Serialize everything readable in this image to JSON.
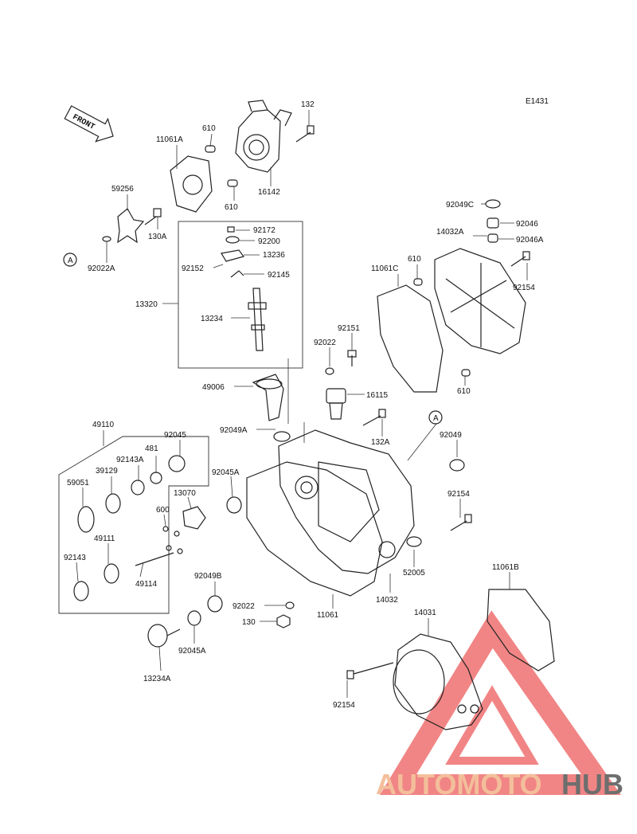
{
  "diagram_code": "E1431",
  "front_label": "FRONT",
  "ref_marker": "A",
  "watermark": {
    "text_a": "AUTOMOTO",
    "text_b": "HUB",
    "color_a": "#f2b58a",
    "color_b": "#555555",
    "triangle_color": "#ef7070"
  },
  "labels": [
    {
      "id": "l132",
      "text": "132"
    },
    {
      "id": "l610a",
      "text": "610"
    },
    {
      "id": "l11061a",
      "text": "11061A"
    },
    {
      "id": "l16142",
      "text": "16142"
    },
    {
      "id": "l610b",
      "text": "610"
    },
    {
      "id": "l59256",
      "text": "59256"
    },
    {
      "id": "l130a",
      "text": "130A"
    },
    {
      "id": "l92022a",
      "text": "92022A"
    },
    {
      "id": "l92172",
      "text": "92172"
    },
    {
      "id": "l92200",
      "text": "92200"
    },
    {
      "id": "l13236",
      "text": "13236"
    },
    {
      "id": "l92152",
      "text": "92152"
    },
    {
      "id": "l92145",
      "text": "92145"
    },
    {
      "id": "l13320",
      "text": "13320"
    },
    {
      "id": "l13234",
      "text": "13234"
    },
    {
      "id": "l49006",
      "text": "49006"
    },
    {
      "id": "l92049c",
      "text": "92049C"
    },
    {
      "id": "l92046",
      "text": "92046"
    },
    {
      "id": "l14032a",
      "text": "14032A"
    },
    {
      "id": "l92046a",
      "text": "92046A"
    },
    {
      "id": "l610c",
      "text": "610"
    },
    {
      "id": "l11061c",
      "text": "11061C"
    },
    {
      "id": "l92154a",
      "text": "92154"
    },
    {
      "id": "l92151",
      "text": "92151"
    },
    {
      "id": "l92022b",
      "text": "92022"
    },
    {
      "id": "l610d",
      "text": "610"
    },
    {
      "id": "l16115",
      "text": "16115"
    },
    {
      "id": "l92049a",
      "text": "92049A"
    },
    {
      "id": "l132a",
      "text": "132A"
    },
    {
      "id": "l92049",
      "text": "92049"
    },
    {
      "id": "l49110",
      "text": "49110"
    },
    {
      "id": "l92045",
      "text": "92045"
    },
    {
      "id": "l481",
      "text": "481"
    },
    {
      "id": "l92143a",
      "text": "92143A"
    },
    {
      "id": "l39129",
      "text": "39129"
    },
    {
      "id": "l59051",
      "text": "59051"
    },
    {
      "id": "l92045a1",
      "text": "92045A"
    },
    {
      "id": "l13070",
      "text": "13070"
    },
    {
      "id": "l600",
      "text": "600"
    },
    {
      "id": "l49111",
      "text": "49111"
    },
    {
      "id": "l92143",
      "text": "92143"
    },
    {
      "id": "l49114",
      "text": "49114"
    },
    {
      "id": "l92154b",
      "text": "92154"
    },
    {
      "id": "l52005",
      "text": "52005"
    },
    {
      "id": "l92049b",
      "text": "92049B"
    },
    {
      "id": "l92022c",
      "text": "92022"
    },
    {
      "id": "l130",
      "text": "130"
    },
    {
      "id": "l11061",
      "text": "11061"
    },
    {
      "id": "l14032",
      "text": "14032"
    },
    {
      "id": "l11061b",
      "text": "11061B"
    },
    {
      "id": "l14031",
      "text": "14031"
    },
    {
      "id": "l13234a",
      "text": "13234A"
    },
    {
      "id": "l92045a2",
      "text": "92045A"
    },
    {
      "id": "l92154c",
      "text": "92154"
    }
  ]
}
